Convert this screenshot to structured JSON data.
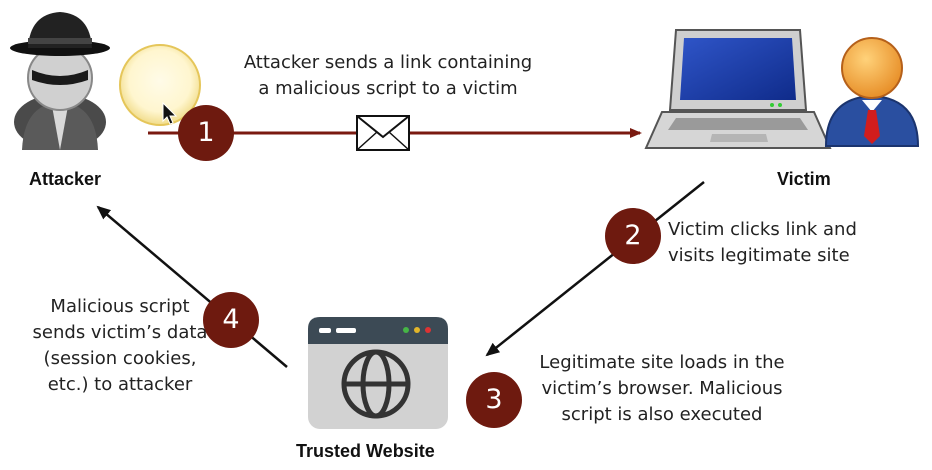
{
  "colors": {
    "arrow_red": "#7a1a10",
    "step_circle": "#6e1a0f",
    "arrow_black": "#111111"
  },
  "actors": {
    "attacker": {
      "label": "Attacker",
      "icon": "spy-icon"
    },
    "victim": {
      "label": "Victim",
      "icon": "user-at-laptop-icon"
    },
    "website": {
      "label": "Trusted Website",
      "icon": "browser-globe-icon"
    }
  },
  "steps": [
    {
      "number": "1",
      "lines": [
        "Attacker sends a link containing",
        "a malicious script to a victim"
      ]
    },
    {
      "number": "2",
      "lines": [
        "Victim clicks link and",
        "visits legitimate site"
      ]
    },
    {
      "number": "3",
      "lines": [
        "Legitimate site loads in the",
        "victim’s browser. Malicious",
        "script is also executed"
      ]
    },
    {
      "number": "4",
      "lines": [
        "Malicious script",
        "sends victim’s data",
        "(session cookies,",
        "etc.) to attacker"
      ]
    }
  ],
  "cursor": {
    "icon": "mouse-pointer-icon"
  },
  "envelope": {
    "icon": "envelope-icon"
  }
}
